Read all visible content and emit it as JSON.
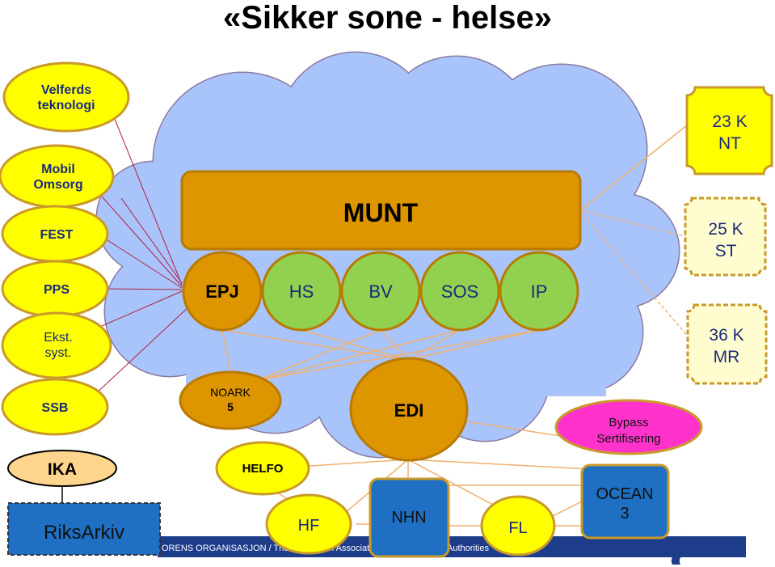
{
  "title": "«Sikker sone - helse»",
  "colors": {
    "cloud_fill": "#a9c4fa",
    "cloud_stroke": "#8a7aa0",
    "yellow_fill": "#ffff00",
    "yellow_stroke": "#c99a2a",
    "orange_fill": "#dd9500",
    "orange_stroke": "#b87a00",
    "green_fill": "#92d050",
    "green_stroke": "#b87a00",
    "blue_fill": "#1f6fc2",
    "blue_stroke": "#c99a2a",
    "pink_fill": "#ff33cc",
    "peach_fill": "#ffd48c",
    "cream_fill": "#fffdd0",
    "line_red": "#b02040",
    "line_orange": "#f0b070",
    "banner_fill": "#1d3c8a"
  },
  "left_nodes": [
    {
      "id": "velferd",
      "label": [
        "Velferds",
        "teknologi"
      ]
    },
    {
      "id": "mobil",
      "label": [
        "Mobil",
        "Omsorg"
      ]
    },
    {
      "id": "fest",
      "label": [
        "FEST"
      ]
    },
    {
      "id": "pps",
      "label": [
        "PPS"
      ]
    },
    {
      "id": "ekst",
      "label": [
        "Ekst.",
        "syst."
      ]
    },
    {
      "id": "ssb",
      "label": [
        "SSB"
      ]
    }
  ],
  "munt": "MUNT",
  "cloud_row": [
    {
      "id": "epj",
      "label": "EPJ",
      "kind": "orange"
    },
    {
      "id": "hs",
      "label": "HS",
      "kind": "green"
    },
    {
      "id": "bv",
      "label": "BV",
      "kind": "green"
    },
    {
      "id": "sos",
      "label": "SOS",
      "kind": "green"
    },
    {
      "id": "ip",
      "label": "IP",
      "kind": "green"
    }
  ],
  "noark": [
    "NOARK",
    "5"
  ],
  "edi": "EDI",
  "bypass": [
    "Bypass",
    "Sertifisering"
  ],
  "right_tags": [
    {
      "id": "nt",
      "label": [
        "23 K",
        "NT"
      ],
      "kind": "yellow"
    },
    {
      "id": "st",
      "label": [
        "25 K",
        "ST"
      ],
      "kind": "cream"
    },
    {
      "id": "mr",
      "label": [
        "36 K",
        "MR"
      ],
      "kind": "cream"
    }
  ],
  "ika": "IKA",
  "riksarkiv": "RiksArkiv",
  "helfo": "HELFO",
  "hf": "HF",
  "nhn": "NHN",
  "fl": "FL",
  "ocean": [
    "OCEAN",
    "3"
  ],
  "banner_text": [
    "ORENS ORGANISASJON / The Norwegian Association",
    "Authorities"
  ]
}
